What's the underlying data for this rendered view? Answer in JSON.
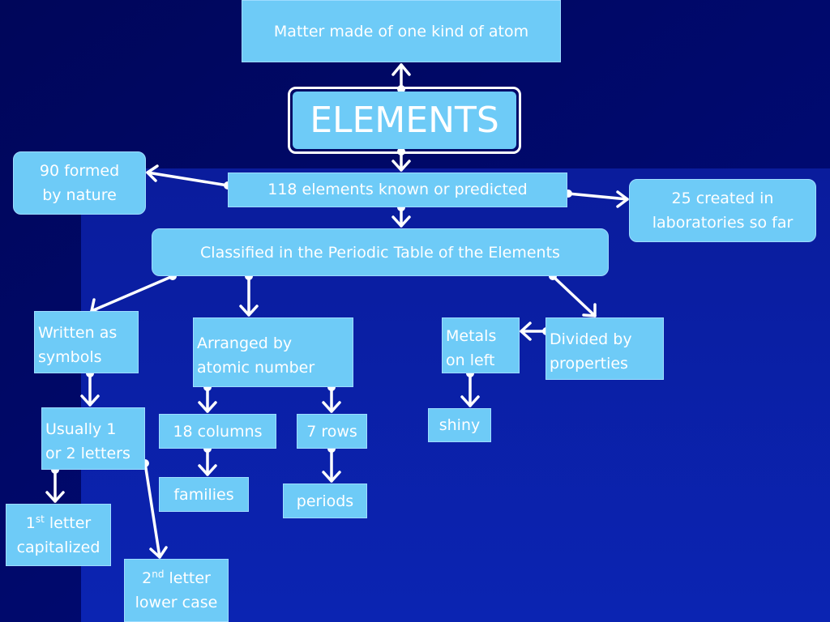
{
  "colors": {
    "background_dark": "#00096e",
    "background_light": "#0a1fa8",
    "box_fill": "#6ecbf7",
    "text": "#ffffff",
    "connector": "#ffffff"
  },
  "nodes": {
    "matter": "Matter made of one kind of atom",
    "elements": "ELEMENTS",
    "known": "118 elements known or predicted",
    "nature_1": "90 formed",
    "nature_2": "by nature",
    "created_1": "25 created in",
    "created_2": "laboratories so far",
    "classified": "Classified in the Periodic Table of the Elements",
    "symbols_1": "Written as",
    "symbols_2": "symbols",
    "arranged_1": "Arranged by",
    "arranged_2": "atomic number",
    "metals_1": "Metals",
    "metals_2": "on left",
    "divided_1": "Divided by",
    "divided_2": "properties",
    "usually_1": "Usually 1",
    "usually_2": "or 2 letters",
    "columns": "18 columns",
    "rows": "7 rows",
    "shiny": "shiny",
    "families": "families",
    "periods": "periods",
    "first_num": "1",
    "first_sup": "st",
    "first_rest": " letter",
    "first_2": "capitalized",
    "second_num": "2",
    "second_sup": "nd",
    "second_rest": " letter",
    "second_2": "lower case"
  }
}
